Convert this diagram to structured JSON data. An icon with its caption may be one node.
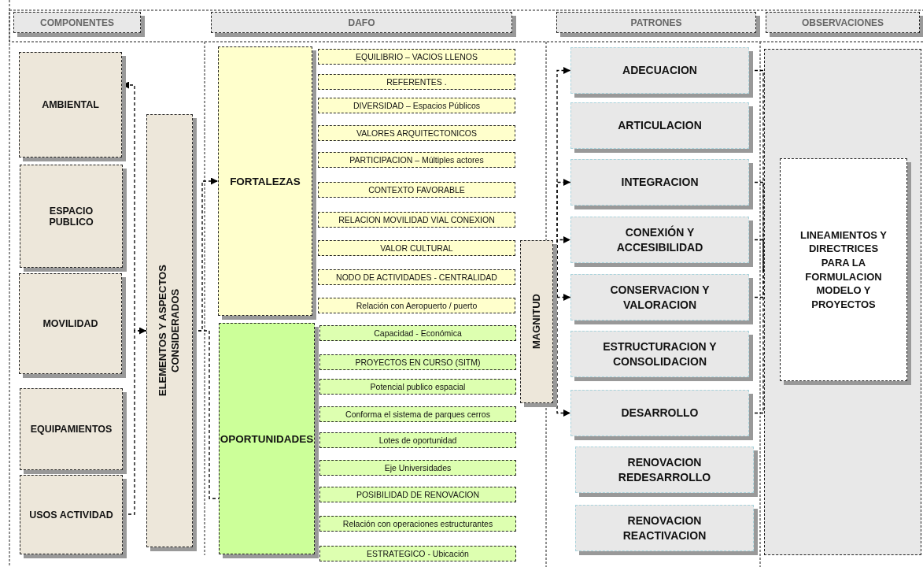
{
  "diagram": {
    "nodes": [
      {
        "text": [
          "COMPONENTES"
        ]
      },
      {
        "text": [
          "DAFO"
        ]
      },
      {
        "text": [
          "PATRONES"
        ]
      },
      {
        "text": [
          "OBSERVACIONES"
        ]
      },
      {
        "text": [
          "AMBIENTAL"
        ]
      },
      {
        "text": [
          "ESPACIO PUBLICO"
        ]
      },
      {
        "text": [
          "MOVILIDAD"
        ]
      },
      {
        "text": [
          "EQUIPAMIENTOS"
        ]
      },
      {
        "text": [
          "USOS ACTIVIDAD"
        ]
      },
      {
        "text": [
          "ELEMENTOS Y ASPECTOS CONSIDERADOS"
        ]
      },
      {
        "text": [
          "FORTALEZAS"
        ]
      },
      {
        "text": [
          "EQUILIBRIO – VACIOS LLENOS"
        ]
      },
      {
        "text": [
          "REFERENTES ."
        ]
      },
      {
        "text": [
          "DIVERSIDAD – Espacios Públicos"
        ]
      },
      {
        "text": [
          "VALORES ARQUITECTONICOS"
        ]
      },
      {
        "text": [
          "PARTICIPACION – Múltiples actores"
        ]
      },
      {
        "text": [
          "CONTEXTO FAVORABLE"
        ]
      },
      {
        "text": [
          "RELACION MOVILIDAD VIAL CONEXION"
        ]
      },
      {
        "text": [
          "VALOR CULTURAL"
        ]
      },
      {
        "text": [
          "NODO DE ACTIVIDADES - CENTRALIDAD"
        ]
      },
      {
        "text": [
          "Relación con Aeropuerto / puerto"
        ]
      },
      {
        "text": [
          "OPORTUNIDADES"
        ]
      },
      {
        "text": [
          "Capacidad - Económica"
        ]
      },
      {
        "text": [
          "PROYECTOS EN CURSO (SITM)"
        ]
      },
      {
        "text": [
          "Potencial publico espacial"
        ]
      },
      {
        "text": [
          "Conforma el sistema de parques cerros"
        ]
      },
      {
        "text": [
          "Lotes de oportunidad"
        ]
      },
      {
        "text": [
          "Eje Universidades"
        ]
      },
      {
        "text": [
          "POSIBILIDAD DE RENOVACION"
        ]
      },
      {
        "text": [
          "Relación con operaciones estructurantes"
        ]
      },
      {
        "text": [
          "ESTRATEGICO - Ubicación"
        ]
      },
      {
        "text": [
          "MAGNITUD"
        ]
      },
      {
        "text": [
          "ADECUACION"
        ]
      },
      {
        "text": [
          "ARTICULACION"
        ]
      },
      {
        "text": [
          "INTEGRACION"
        ]
      },
      {
        "text": [
          "CONEXIÓN Y ACCESIBILIDAD"
        ]
      },
      {
        "text": [
          "CONSERVACION Y VALORACION"
        ]
      },
      {
        "text": [
          "ESTRUCTURACION Y CONSOLIDACION"
        ]
      },
      {
        "text": [
          "DESARROLLO"
        ]
      },
      {
        "text": [
          "RENOVACION REDESARROLLO"
        ]
      },
      {
        "text": [
          "RENOVACION REACTIVACION"
        ]
      },
      {
        "text": [],
        "shape": "box"
      },
      {
        "text": [
          "LINEAMIENTOS Y DIRECTRICES PARA LA FORMULACION MODELO Y PROYECTOS"
        ],
        "in": 41
      }
    ],
    "edges": [
      {
        "from": 9,
        "to": 4,
        "arrow": "to"
      },
      {
        "from": 8,
        "to": 9,
        "arrow": "to"
      },
      {
        "from": 9,
        "to": 10,
        "arrow": "to"
      },
      {
        "from": 9,
        "to": 21,
        "arrow": "none"
      },
      {
        "from": 31,
        "to": 32,
        "arrow": "to"
      },
      {
        "from": 31,
        "to": 34,
        "arrow": "to"
      },
      {
        "from": 31,
        "to": 35,
        "arrow": "to"
      },
      {
        "from": 31,
        "to": 36,
        "arrow": "to"
      },
      {
        "from": 31,
        "to": 38,
        "arrow": "to"
      },
      {
        "from": 32,
        "to": 42,
        "arrow": "to"
      },
      {
        "from": 34,
        "to": 42,
        "arrow": "to"
      },
      {
        "from": 35,
        "to": 42,
        "arrow": "to"
      },
      {
        "from": 36,
        "to": 42,
        "arrow": "to"
      },
      {
        "from": 38,
        "to": 42,
        "arrow": "to"
      }
    ]
  }
}
